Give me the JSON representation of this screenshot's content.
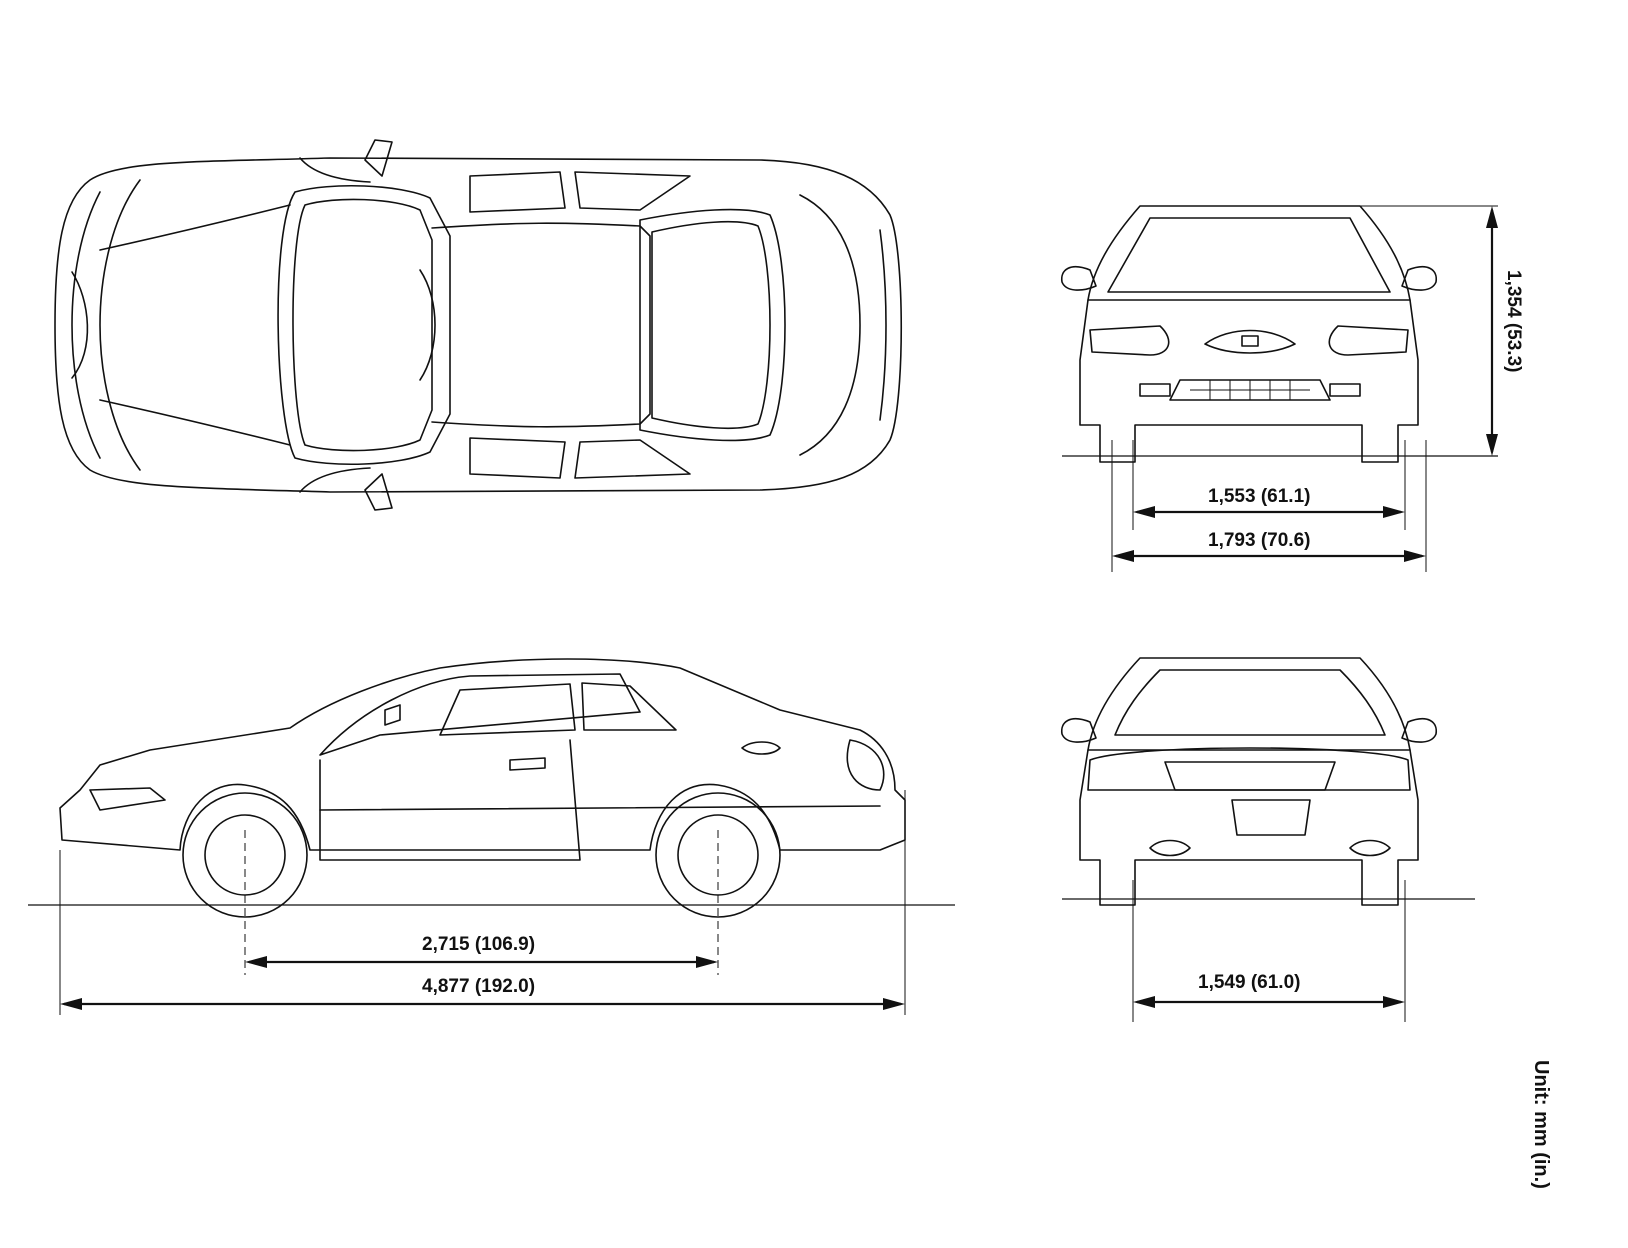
{
  "dimensions": {
    "overall_height": "1,354 (53.3)",
    "front_track": "1,553 (61.1)",
    "overall_width": "1,793 (70.6)",
    "wheelbase": "2,715 (106.9)",
    "overall_length": "4,877 (192.0)",
    "rear_track": "1,549 (61.0)"
  },
  "unit_label": "Unit: mm (in.)",
  "views": {
    "top": "top-view",
    "side": "side-view",
    "front": "front-view",
    "rear": "rear-view"
  }
}
